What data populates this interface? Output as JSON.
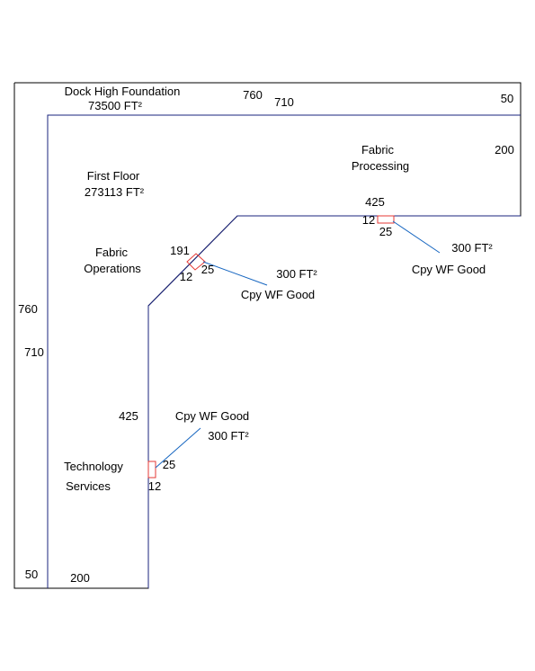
{
  "colors": {
    "outline": "#000000",
    "inner_outline": "#1a237e",
    "canopy": "#e53935",
    "leader": "#1565c0",
    "text": "#000000"
  },
  "areas": {
    "dock": {
      "title": "Dock High Foundation",
      "size": "73500 FT²"
    },
    "first_floor": {
      "title": "First Floor",
      "size": "273113 FT²"
    },
    "fabric_processing": {
      "line1": "Fabric",
      "line2": "Processing"
    },
    "fabric_operations": {
      "line1": "Fabric",
      "line2": "Operations"
    },
    "technology_services": {
      "line1": "Technology",
      "line2": "Services"
    }
  },
  "dimensions": {
    "top_outer": "760",
    "top_inner": "710",
    "top_right": "50",
    "right_side": "200",
    "upper_horizontal": "425",
    "diagonal": "191",
    "left_outer": "760",
    "left_inner": "710",
    "lower_vertical": "425",
    "bottom_left": "50",
    "bottom_inner": "200"
  },
  "canopies": [
    {
      "id": "a",
      "label": "Cpy WF Good",
      "area": "300 FT²",
      "width": "12",
      "depth": "25"
    },
    {
      "id": "b",
      "label": "Cpy WF Good",
      "area": "300 FT²",
      "width": "12",
      "depth": "25"
    },
    {
      "id": "c",
      "label": "Cpy WF Good",
      "area": "300 FT²",
      "width": "12",
      "depth": "25"
    }
  ]
}
